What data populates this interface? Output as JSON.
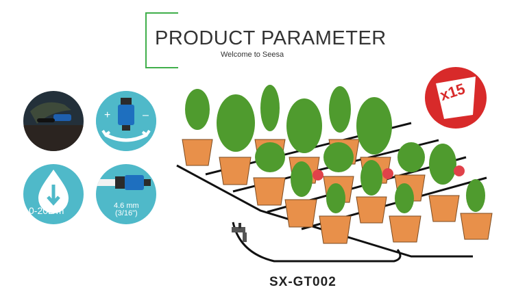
{
  "header": {
    "title": "PRODUCT PARAMETER",
    "subtitle": "Welcome to Seesa"
  },
  "features": {
    "flow_rate": "0-20L/m",
    "tube_size_mm": "4.6 mm",
    "tube_size_in": "(3/16\")",
    "adjust_plus": "+",
    "adjust_minus": "–"
  },
  "badge": {
    "label": "x15"
  },
  "product": {
    "model": "SX-GT002"
  },
  "colors": {
    "accent_green": "#3fae4a",
    "teal": "#4fb9c9",
    "badge_red": "#d82a2a"
  },
  "icons": [
    "dripper-closeup-photo",
    "adjustable-dripper-icon",
    "water-drop-icon",
    "tube-connector-icon",
    "tap-icon"
  ]
}
